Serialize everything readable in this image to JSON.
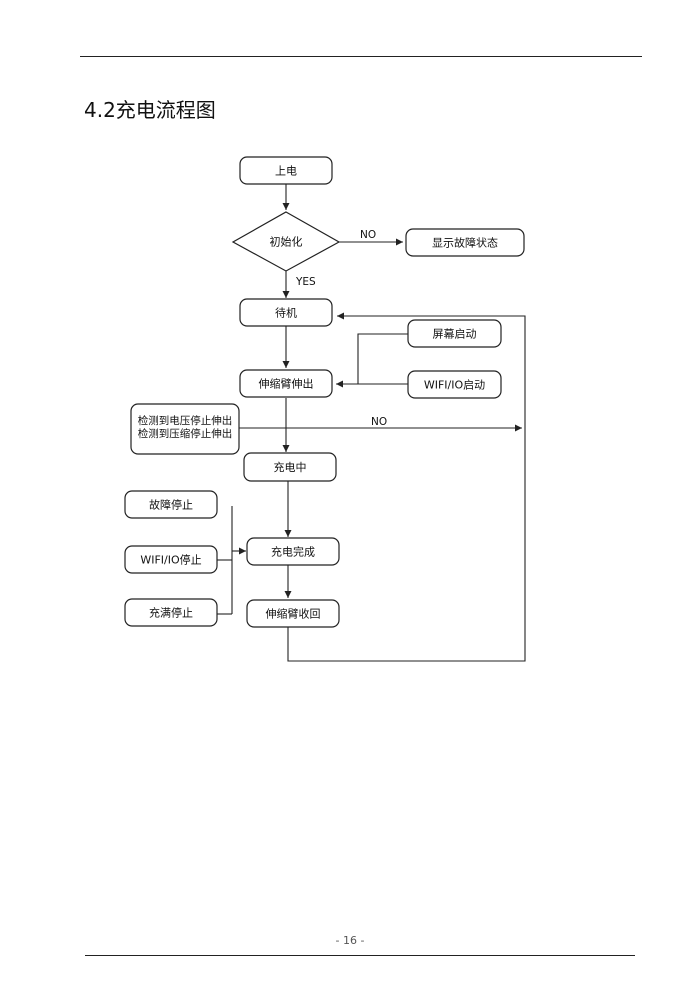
{
  "section_title": "4.2充电流程图",
  "page_number": "- 16 -",
  "flowchart": {
    "power_on": "上电",
    "init": "初始化",
    "no_label_init": "NO",
    "fault_display": "显示故障状态",
    "yes_label": "YES",
    "standby": "待机",
    "screen_start": "屏幕启动",
    "wifi_io_start": "WIFI/IO启动",
    "arm_extend": "伸缩臂伸出",
    "detect_line1": "检测到电压停止伸出",
    "detect_line2": "检测到压缩停止伸出",
    "no_label_detect": "NO",
    "charging": "充电中",
    "fault_stop": "故障停止",
    "wifi_io_stop": "WIFI/IO停止",
    "full_stop": "充满停止",
    "charge_complete": "充电完成",
    "arm_retract": "伸缩臂收回"
  }
}
